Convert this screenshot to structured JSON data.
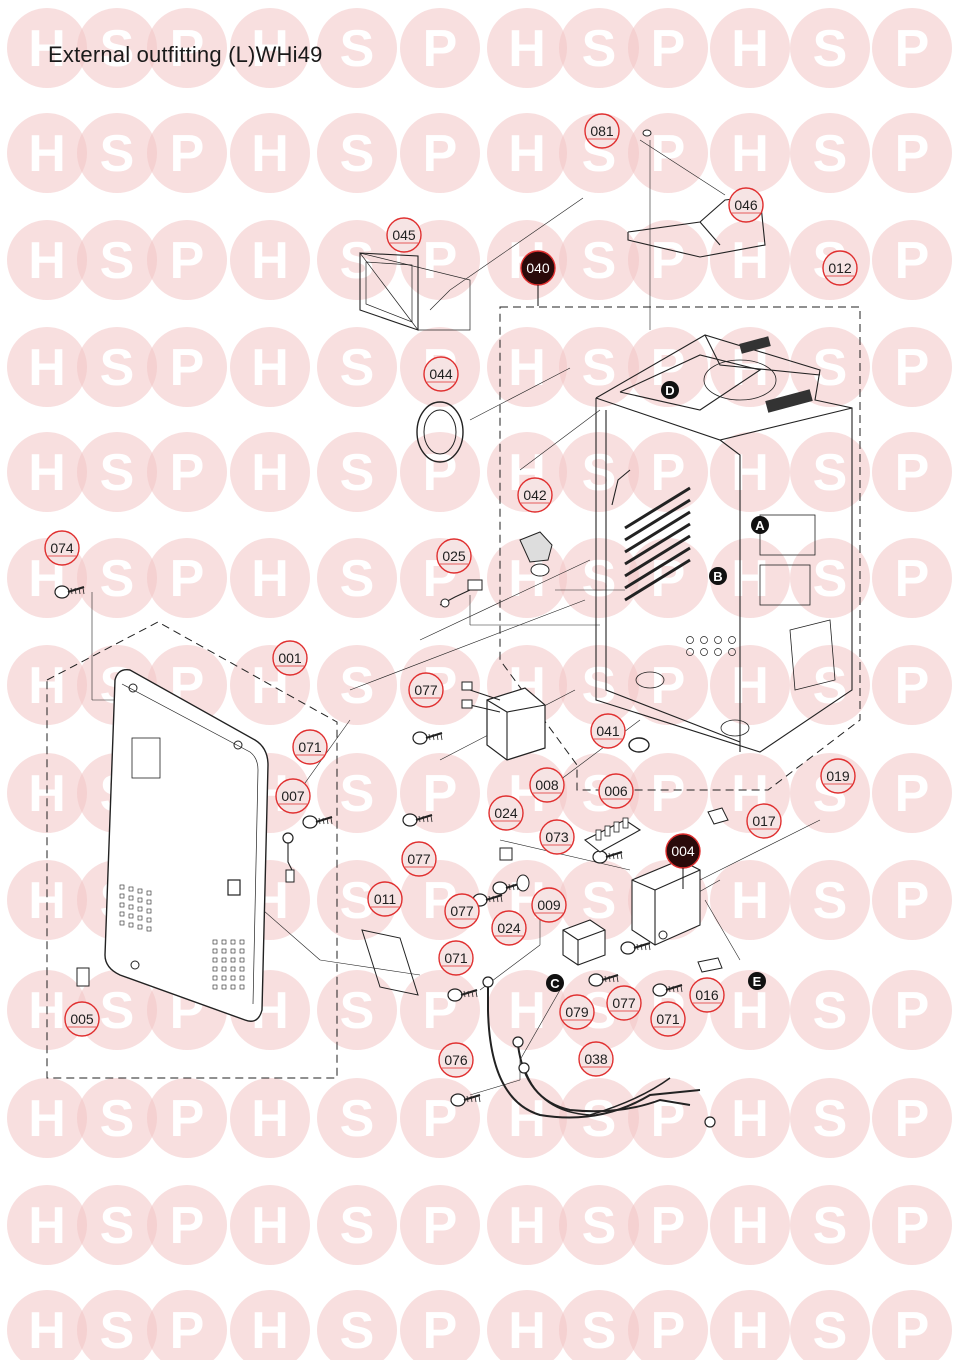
{
  "page_title": "External outfitting (L)WHi49",
  "watermark": {
    "letters": [
      "H",
      "S",
      "P"
    ],
    "fill_color": "#f2c5c5",
    "letter_color": "#ffffff"
  },
  "callout_style": {
    "outline_color": "#e03030",
    "fill_color": "#f6e4e4",
    "highlight_fill": "#2a0a0a",
    "text_color": "#202020",
    "highlight_text_color": "#ffffff"
  },
  "parts": [
    {
      "id": "081",
      "highlight": false
    },
    {
      "id": "046",
      "highlight": false
    },
    {
      "id": "045",
      "highlight": false
    },
    {
      "id": "040",
      "highlight": true
    },
    {
      "id": "012",
      "highlight": false
    },
    {
      "id": "044",
      "highlight": false
    },
    {
      "id": "042",
      "highlight": false
    },
    {
      "id": "074",
      "highlight": false
    },
    {
      "id": "025",
      "highlight": false
    },
    {
      "id": "001",
      "highlight": false
    },
    {
      "id": "077",
      "highlight": false
    },
    {
      "id": "071",
      "highlight": false
    },
    {
      "id": "041",
      "highlight": false
    },
    {
      "id": "007",
      "highlight": false
    },
    {
      "id": "008",
      "highlight": false
    },
    {
      "id": "019",
      "highlight": false
    },
    {
      "id": "006",
      "highlight": false
    },
    {
      "id": "024",
      "highlight": false
    },
    {
      "id": "017",
      "highlight": false
    },
    {
      "id": "073",
      "highlight": false
    },
    {
      "id": "077",
      "highlight": false
    },
    {
      "id": "004",
      "highlight": true
    },
    {
      "id": "011",
      "highlight": false
    },
    {
      "id": "077",
      "highlight": false
    },
    {
      "id": "024",
      "highlight": false
    },
    {
      "id": "009",
      "highlight": false
    },
    {
      "id": "071",
      "highlight": false
    },
    {
      "id": "005",
      "highlight": false
    },
    {
      "id": "079",
      "highlight": false
    },
    {
      "id": "077",
      "highlight": false
    },
    {
      "id": "071",
      "highlight": false
    },
    {
      "id": "016",
      "highlight": false
    },
    {
      "id": "038",
      "highlight": false
    },
    {
      "id": "076",
      "highlight": false
    }
  ],
  "connection_markers": [
    "A",
    "B",
    "C",
    "D",
    "E"
  ]
}
